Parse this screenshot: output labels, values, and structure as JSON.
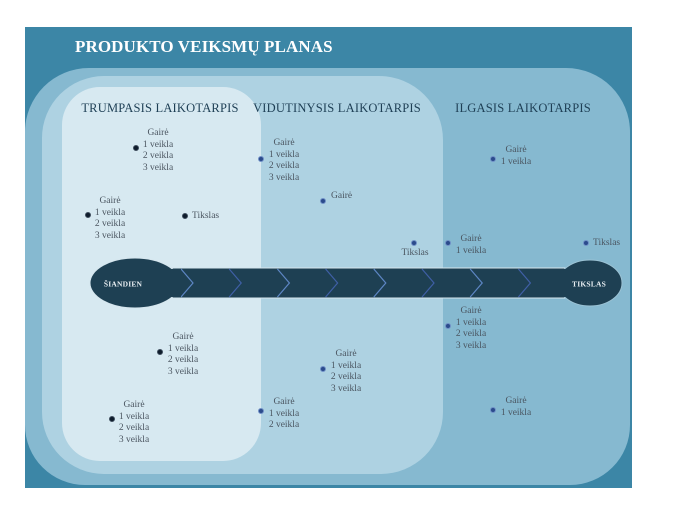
{
  "title": "PRODUKTO VEIKSMŲ PLANAS",
  "periods": {
    "short": "TRUMPASIS LAIKOTARPIS",
    "mid": "VIDUTINYSIS LAIKOTARPIS",
    "long": "ILGASIS LAIKOTARPIS"
  },
  "timeline": {
    "start_label": "ŠIANDIEN",
    "end_label": "TIKSLAS",
    "chevron_count": 9
  },
  "colors": {
    "frame": "#3c86a6",
    "long_term": "#86b9d0",
    "mid_term": "#aed2e2",
    "short_term": "#d7e9f1",
    "timeline": "#1e4053",
    "chevron": "#4a6fb0",
    "marker": "#2b4b8c"
  },
  "items": [
    {
      "period": "short",
      "lines": [
        "Gairė",
        "1 veikla",
        "2 veikla",
        "3 veikla"
      ]
    },
    {
      "period": "short",
      "lines": [
        "Gairė",
        "1 veikla",
        "2 veikla",
        "3 veikla"
      ]
    },
    {
      "period": "short",
      "lines": [
        "Tikslas"
      ]
    },
    {
      "period": "mid",
      "lines": [
        "Gairė",
        "1 veikla",
        "2 veikla",
        "3 veikla"
      ]
    },
    {
      "period": "mid",
      "lines": [
        "Gairė"
      ]
    },
    {
      "period": "mid",
      "lines": [
        "Tikslas"
      ]
    },
    {
      "period": "long",
      "lines": [
        "Gairė",
        "1 veikla"
      ]
    },
    {
      "period": "long",
      "lines": [
        "Gairė",
        "1 veikla"
      ]
    },
    {
      "period": "long",
      "lines": [
        "Tikslas"
      ]
    },
    {
      "period": "short",
      "lines": [
        "Gairė",
        "1 veikla",
        "2 veikla",
        "3 veikla"
      ]
    },
    {
      "period": "short",
      "lines": [
        "Gairė",
        "1 veikla",
        "2 veikla",
        "3 veikla"
      ]
    },
    {
      "period": "mid",
      "lines": [
        "Gairė",
        "1 veikla",
        "2 veikla",
        "3 veikla"
      ]
    },
    {
      "period": "mid",
      "lines": [
        "Gairė",
        "1 veikla",
        "2 veikla"
      ]
    },
    {
      "period": "long",
      "lines": [
        "Gairė",
        "1 veikla",
        "2 veikla",
        "3 veikla"
      ]
    },
    {
      "period": "long",
      "lines": [
        "Gairė",
        "1 veikla"
      ]
    }
  ]
}
